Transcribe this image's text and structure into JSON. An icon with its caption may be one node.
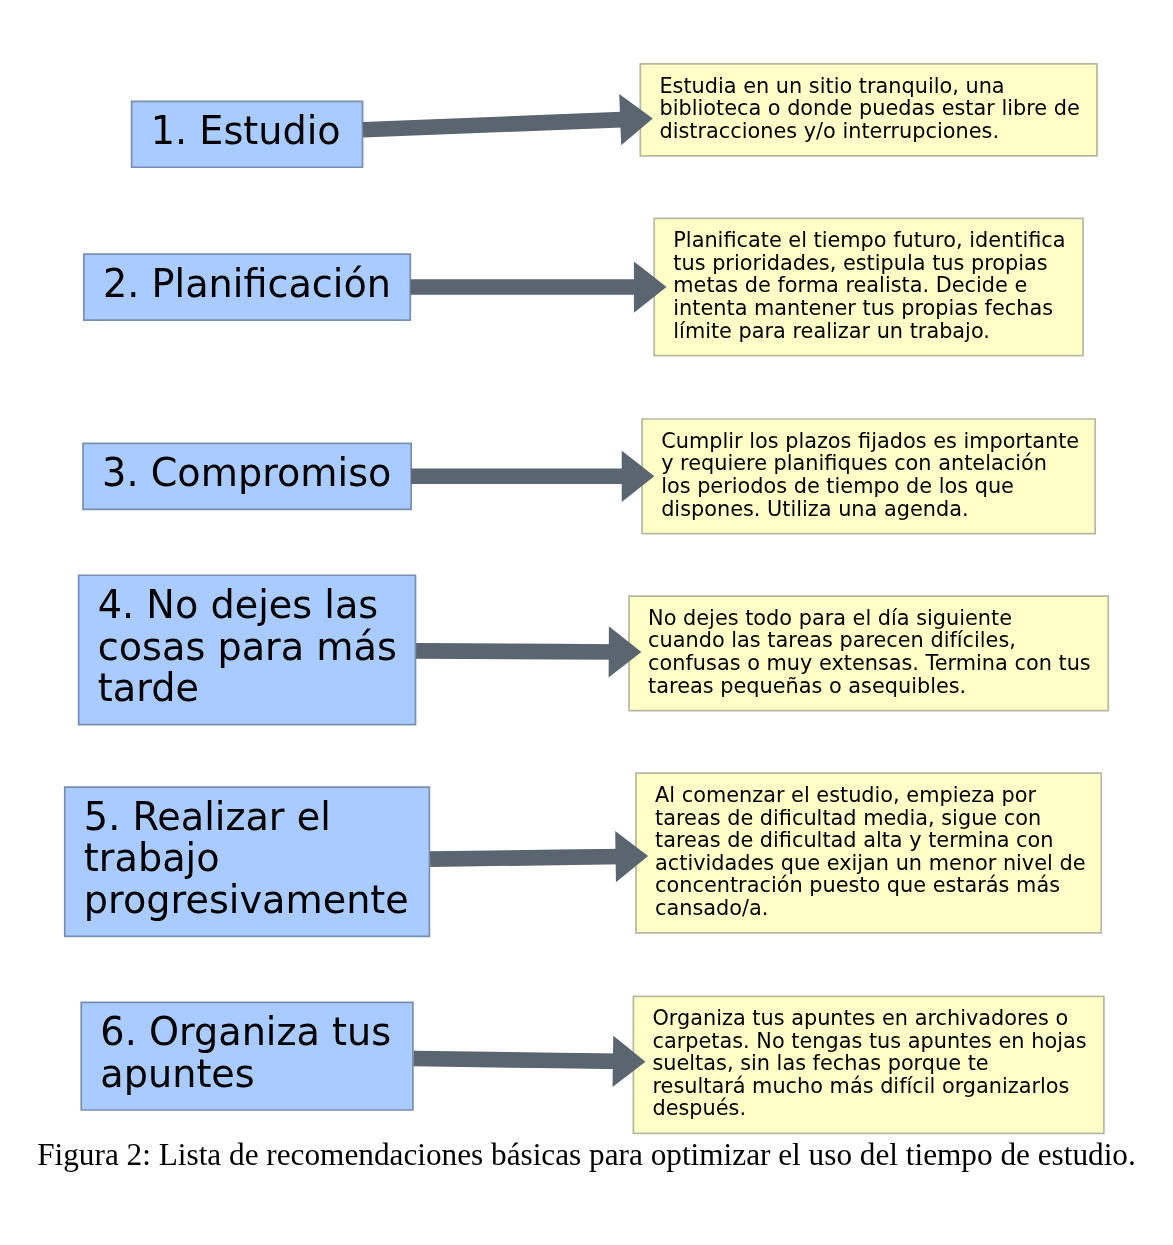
{
  "diagram": {
    "caption": "Figura 2: Lista de recomendaciones básicas para optimizar el uso del tiempo de estudio.",
    "nodes": [
      {
        "text": [
          "1. Estudio"
        ]
      },
      {
        "text": [
          "Estudia en un sitio tranquilo, una biblioteca o donde puedas estar libre de distracciones y/o interrupciones."
        ]
      },
      {
        "text": [
          "2. Planificación"
        ]
      },
      {
        "text": [
          "Planificate el tiempo futuro, identifica tus prioridades, estipula tus propias metas de forma realista. Decide e intenta mantener tus propias fechas límite para realizar un trabajo."
        ]
      },
      {
        "text": [
          "3. Compromiso"
        ]
      },
      {
        "text": [
          "Cumplir los plazos fijados es importante y requiere planifiques con antelación los periodos de tiempo de los que dispones. Utiliza una agenda."
        ]
      },
      {
        "text": [
          "4. No dejes las cosas para más tarde"
        ]
      },
      {
        "text": [
          "No dejes todo para el día siguiente cuando las tareas parecen difíciles, confusas o muy extensas. Termina con tus tareas pequeñas o asequibles."
        ]
      },
      {
        "text": [
          "5. Realizar el trabajo progresivamente"
        ]
      },
      {
        "text": [
          "Al comenzar el estudio, empieza por tareas de dificultad media, sigue con tareas de dificultad alta y termina con actividades que exijan un menor nivel de concentración puesto que estarás más cansado/a."
        ]
      },
      {
        "text": [
          "6. Organiza tus apuntes"
        ]
      },
      {
        "text": [
          "Organiza tus apuntes en archivadores o carpetas. No tengas tus apuntes en hojas sueltas, sin las fechas porque te resultará mucho más difícil organizarlos después."
        ]
      }
    ],
    "edges": [
      {
        "from": 0,
        "to": 1,
        "arrow": "to"
      },
      {
        "from": 2,
        "to": 3,
        "arrow": "to"
      },
      {
        "from": 4,
        "to": 5,
        "arrow": "to"
      },
      {
        "from": 6,
        "to": 7,
        "arrow": "to"
      },
      {
        "from": 8,
        "to": 9,
        "arrow": "to"
      },
      {
        "from": 10,
        "to": 11,
        "arrow": "to"
      }
    ]
  }
}
